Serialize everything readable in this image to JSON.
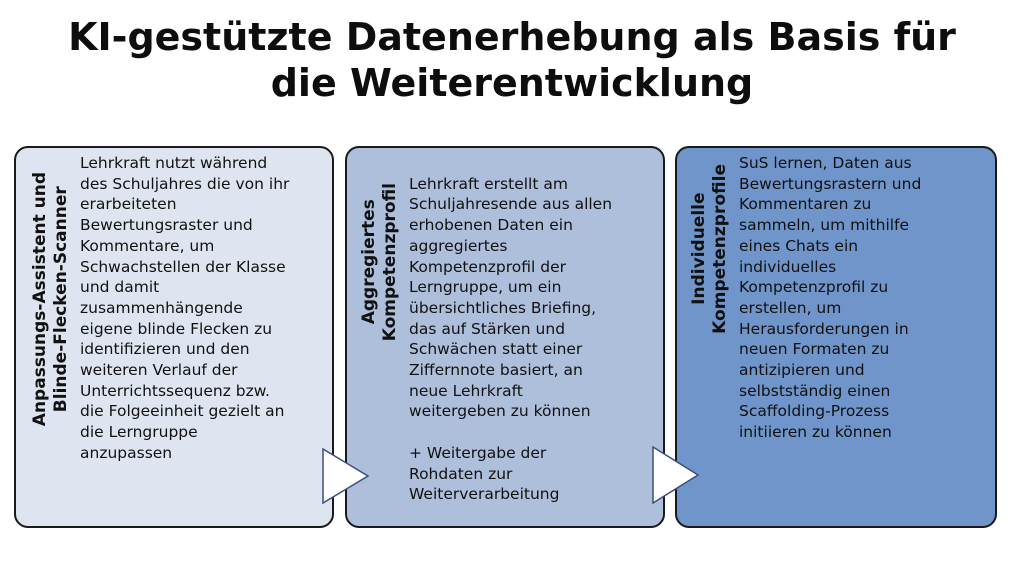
{
  "title": {
    "line1": "KI-gestützte Datenerhebung als Basis für",
    "line2": "die Weiterentwicklung"
  },
  "colors": {
    "panel1": "#dfe5f0",
    "panel2": "#aebfdc",
    "panel3": "#6f95cb",
    "border": "#1a1a1a",
    "arrow_fill": "#ffffff",
    "arrow_stroke": "#3d4f7a"
  },
  "panels": [
    {
      "heading_line1": "Anpassungs-Assistent und",
      "heading_line2": "Blinde-Flecken-Scanner",
      "text": "Lehrkraft nutzt während\ndes Schuljahres die von ihr\nerarbeiteten\nBewertungsraster und\nKommentare, um\nSchwachstellen der Klasse\nund damit\nzusammenhängende\neigene blinde Flecken zu\nidentifizieren  und den\nweiteren Verlauf der\nUnterrichtssequenz bzw.\ndie Folgeeinheit gezielt an\ndie Lerngruppe\nanzupassen"
    },
    {
      "heading_line1": "Aggregiertes",
      "heading_line2": "Kompetenzprofil",
      "text": "Lehrkraft erstellt am\nSchuljahresende aus allen\nerhobenen Daten ein\naggregiertes\nKompetenzprofil der\nLerngruppe, um ein\nübersichtliches Briefing,\ndas auf Stärken und\nSchwächen statt einer\nZiffernnote basiert, an\nneue Lehrkraft\nweitergeben zu können",
      "extra": "+ Weitergabe der\nRohdaten zur\nWeiterverarbeitung"
    },
    {
      "heading_line1": "Individuelle",
      "heading_line2": "Kompetenzprofile",
      "text": "SuS lernen, Daten aus\nBewertungsrastern und\nKommentaren zu\nsammeln, um mithilfe\neines Chats ein\nindividuelles\nKompetenzprofil zu\nerstellen, um\nHerausforderungen in\nneuen Formaten zu\nantizipieren und\nselbstständig einen\nScaffolding-Prozess\ninitiieren zu können"
    }
  ]
}
